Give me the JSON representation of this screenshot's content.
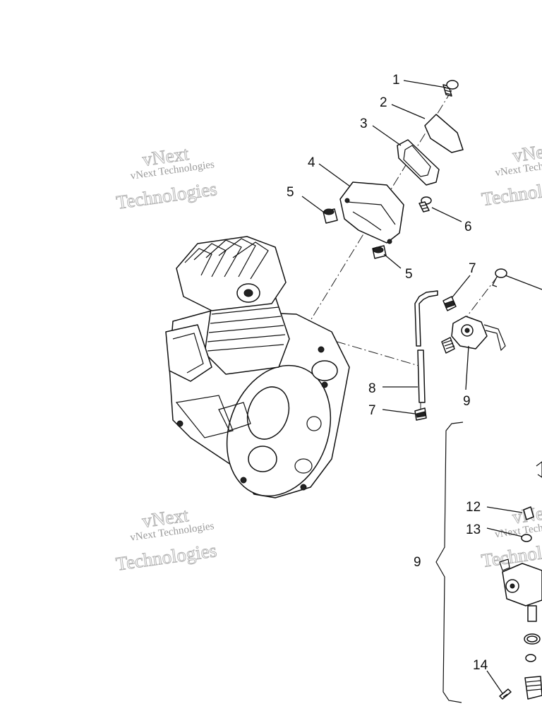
{
  "diagram": {
    "callouts": [
      {
        "id": "c1",
        "text": "1"
      },
      {
        "id": "c2",
        "text": "2"
      },
      {
        "id": "c3",
        "text": "3"
      },
      {
        "id": "c4",
        "text": "4"
      },
      {
        "id": "c5a",
        "text": "5"
      },
      {
        "id": "c5b",
        "text": "5"
      },
      {
        "id": "c6",
        "text": "6"
      },
      {
        "id": "c7a",
        "text": "7"
      },
      {
        "id": "c7b",
        "text": "7"
      },
      {
        "id": "c8",
        "text": "8"
      },
      {
        "id": "c9a",
        "text": "9"
      },
      {
        "id": "c9b",
        "text": "9"
      },
      {
        "id": "c12",
        "text": "12"
      },
      {
        "id": "c13",
        "text": "13"
      },
      {
        "id": "c14",
        "text": "14"
      }
    ],
    "watermark": {
      "small": "vNext Technologies",
      "large_top": "vNext",
      "large_bottom": "Technologies"
    },
    "colors": {
      "ink": "#111111",
      "watermark": "#9a9a9a",
      "background": "#ffffff"
    }
  }
}
